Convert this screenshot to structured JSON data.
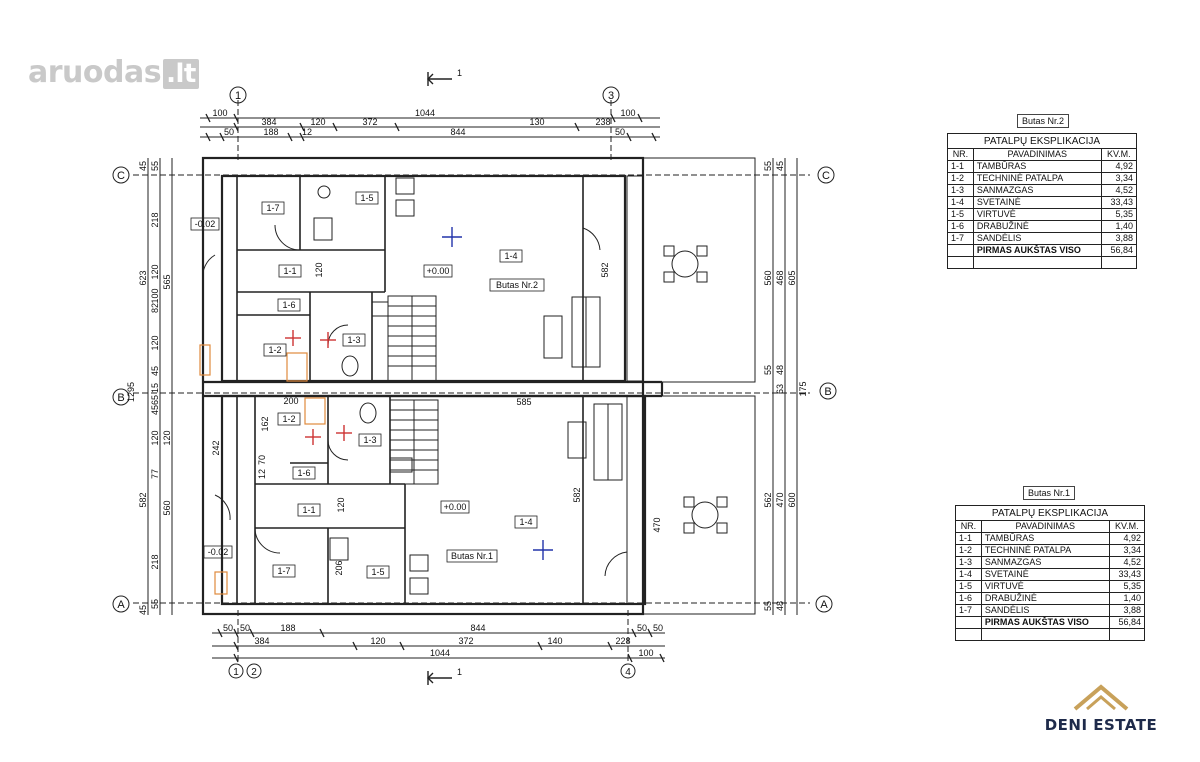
{
  "watermark": {
    "name": "aruodas",
    "tld": ".lt"
  },
  "brand": {
    "name": "DENI ESTATE",
    "logo_color": "#c8a15a"
  },
  "section_marker": "1",
  "axes": {
    "a1": "1",
    "a2": "2",
    "a3": "3",
    "a4": "4",
    "rA": "A",
    "rB": "B",
    "rC": "C"
  },
  "dims": {
    "top1": [
      "100",
      "1044",
      "100"
    ],
    "top2": [
      "384",
      "120",
      "372",
      "130",
      "238"
    ],
    "top3": [
      "50",
      "188",
      "12",
      "844",
      "50"
    ],
    "bot1": [
      "50",
      "50",
      "188",
      "844",
      "50",
      "50"
    ],
    "bot2": [
      "384",
      "120",
      "372",
      "140",
      "228"
    ],
    "bot3": [
      "1044",
      "100"
    ],
    "left": [
      "45",
      "55",
      "218",
      "120",
      "565",
      "100",
      "82",
      "120",
      "120",
      "45",
      "15",
      "65",
      "45",
      "242",
      "120",
      "77",
      "560",
      "582",
      "218",
      "55",
      "45",
      "623",
      "1295"
    ],
    "right": [
      "55",
      "45",
      "560",
      "468",
      "605",
      "55",
      "48",
      "63",
      "175",
      "562",
      "470",
      "600",
      "55",
      "48"
    ],
    "inner": [
      "582",
      "582",
      "585",
      "470",
      "200",
      "162",
      "120",
      "120",
      "70",
      "12",
      "206"
    ]
  },
  "rooms_top": {
    "r17": "1-7",
    "r15": "1-5",
    "r11": "1-1",
    "r16": "1-6",
    "r12": "1-2",
    "r13": "1-3",
    "r14": "1-4",
    "lvl": "+0.00",
    "lbl": "Butas Nr.2",
    "ext": "-0.02"
  },
  "rooms_bot": {
    "r12": "1-2",
    "r13": "1-3",
    "r16": "1-6",
    "r11": "1-1",
    "r17": "1-7",
    "r15": "1-5",
    "r14": "1-4",
    "lvl": "+0.00",
    "lbl": "Butas Nr.1",
    "ext": "-0.02"
  },
  "tables": [
    {
      "caption": "Butas Nr.2",
      "title": "PATALPŲ EKSPLIKACIJA",
      "headers": [
        "NR.",
        "PAVADINIMAS",
        "KV.M."
      ],
      "rows": [
        [
          "1-1",
          "TAMBŪRAS",
          "4,92"
        ],
        [
          "1-2",
          "TECHNINĖ PATALPA",
          "3,34"
        ],
        [
          "1-3",
          "SANMAZGAS",
          "4,52"
        ],
        [
          "1-4",
          "SVETAINĖ",
          "33,43"
        ],
        [
          "1-5",
          "VIRTUVĖ",
          "5,35"
        ],
        [
          "1-6",
          "DRABUŽINĖ",
          "1,40"
        ],
        [
          "1-7",
          "SANDĖLIS",
          "3,88"
        ]
      ],
      "total_label": "PIRMAS AUKŠTAS VISO",
      "total_value": "56,84"
    },
    {
      "caption": "Butas Nr.1",
      "title": "PATALPŲ EKSPLIKACIJA",
      "headers": [
        "NR.",
        "PAVADINIMAS",
        "KV.M."
      ],
      "rows": [
        [
          "1-1",
          "TAMBŪRAS",
          "4,92"
        ],
        [
          "1-2",
          "TECHNINĖ PATALPA",
          "3,34"
        ],
        [
          "1-3",
          "SANMAZGAS",
          "4,52"
        ],
        [
          "1-4",
          "SVETAINĖ",
          "33,43"
        ],
        [
          "1-5",
          "VIRTUVĖ",
          "5,35"
        ],
        [
          "1-6",
          "DRABUŽINĖ",
          "1,40"
        ],
        [
          "1-7",
          "SANDĖLIS",
          "3,88"
        ]
      ],
      "total_label": "PIRMAS AUKŠTAS VISO",
      "total_value": "56,84"
    }
  ]
}
